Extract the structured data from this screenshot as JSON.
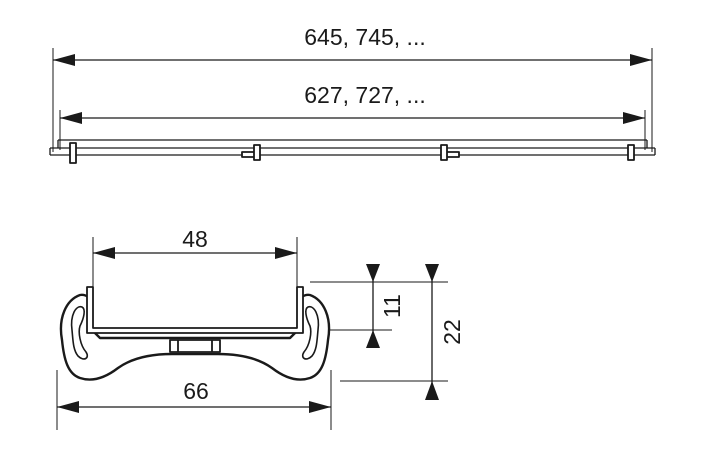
{
  "top_view": {
    "outer_length_label": "645, 745, ...",
    "inner_length_label": "627, 727, ..."
  },
  "section_view": {
    "width_inner_label": "48",
    "width_outer_label": "66",
    "height_small_label": "11",
    "height_total_label": "22"
  }
}
